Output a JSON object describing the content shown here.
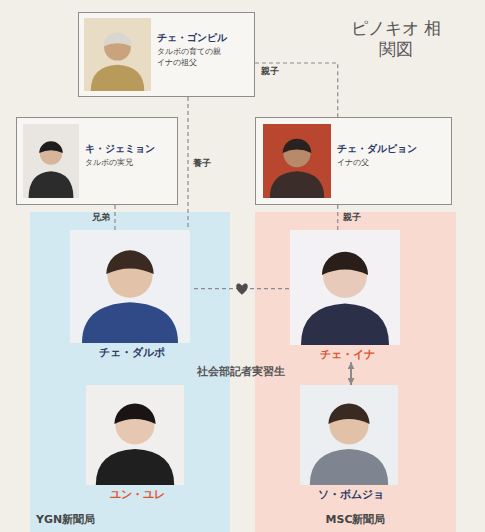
{
  "diagram": {
    "title": "ピノキオ 相関図",
    "nodes": [
      {
        "text": [
          "チェ・ゴンピル",
          "タルボの育ての親 イナの祖父"
        ]
      },
      {
        "text": [
          "キ・ジェミョン",
          "タルボの実兄"
        ]
      },
      {
        "text": [
          "チェ・ダルピョン",
          "イナの父"
        ]
      },
      {
        "text": [
          "YGN新聞局"
        ]
      },
      {
        "text": [
          "チェ・ダルポ"
        ],
        "in": 3
      },
      {
        "text": [
          "ユン・ユレ"
        ],
        "in": 3
      },
      {
        "text": [
          "MSC新聞局"
        ]
      },
      {
        "text": [
          "チェ・イナ"
        ],
        "in": 6
      },
      {
        "text": [
          "ソ・ボムジョ"
        ],
        "in": 6
      }
    ],
    "edges": [
      {
        "from": 0,
        "to": 4,
        "label": "養子",
        "arrow": "none"
      },
      {
        "from": 0,
        "to": 2,
        "label": "親子",
        "arrow": "none"
      },
      {
        "from": 1,
        "to": 4,
        "label": "兄弟",
        "arrow": "none"
      },
      {
        "from": 2,
        "to": 7,
        "label": "親子",
        "arrow": "none"
      },
      {
        "from": 4,
        "to": 7,
        "arrow": "none"
      },
      {
        "from": 8,
        "to": 7,
        "arrow": "both"
      }
    ],
    "labels": [
      "社会部記者実習生"
    ]
  }
}
